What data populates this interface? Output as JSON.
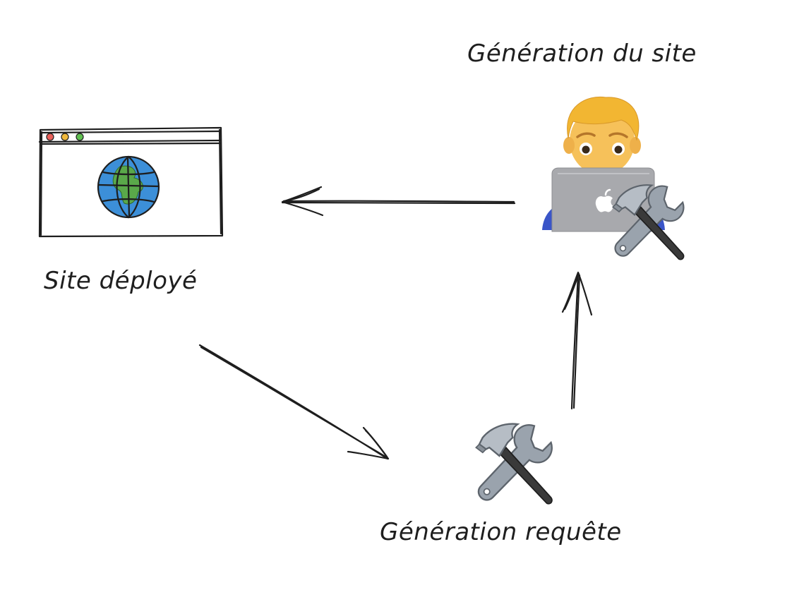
{
  "nodes": {
    "deployed_site": {
      "label": "Site déployé",
      "icon": "browser-globe-icon"
    },
    "site_generation": {
      "label": "Génération du site",
      "icon": "developer-laptop-tools-icon"
    },
    "request_generation": {
      "label": "Génération requête",
      "icon": "hammer-wrench-icon"
    }
  },
  "edges": [
    {
      "from": "site_generation",
      "to": "deployed_site"
    },
    {
      "from": "deployed_site",
      "to": "request_generation"
    },
    {
      "from": "request_generation",
      "to": "site_generation"
    }
  ],
  "colors": {
    "ink": "#1e1e1e",
    "globe_ocean": "#3c8fd8",
    "globe_land": "#5aa84a",
    "window_red": "#e8605a",
    "window_yellow": "#f0b83c",
    "window_green": "#5fbf4f",
    "tool_metal": "#9aa3ad",
    "hammer_handle": "#3a3a3a",
    "skin": "#f6c15a",
    "hair": "#f2b632",
    "laptop": "#a8a9ad",
    "shirt": "#3a55c8"
  }
}
